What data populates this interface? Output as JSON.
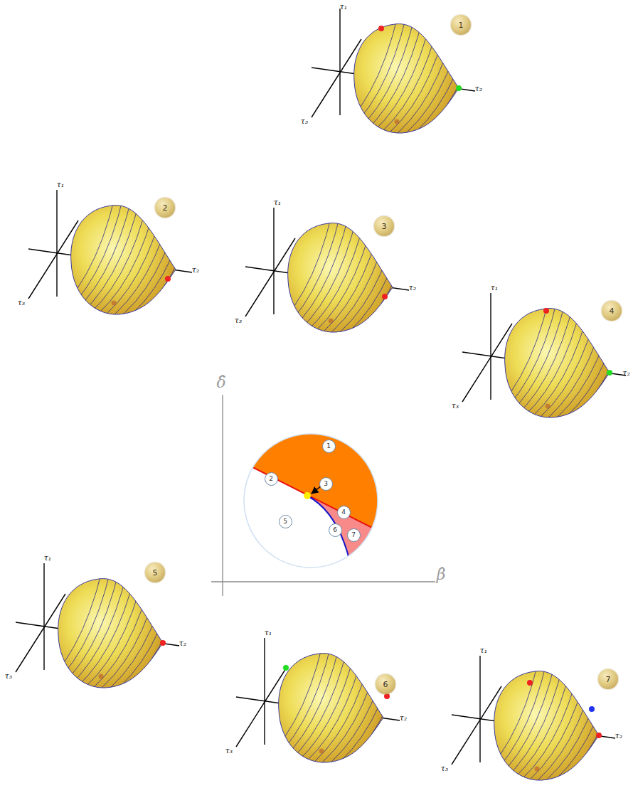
{
  "diagram": {
    "nodes": [
      {
        "text": [
          "1"
        ]
      },
      {
        "text": [
          "2"
        ]
      },
      {
        "text": [
          "3"
        ]
      },
      {
        "text": [
          "4"
        ]
      },
      {
        "text": [
          "1"
        ]
      },
      {
        "text": [
          "2"
        ]
      },
      {
        "text": [
          "3"
        ]
      },
      {
        "text": [
          "4"
        ]
      },
      {
        "text": [
          "5"
        ]
      },
      {
        "text": [
          "6"
        ]
      },
      {
        "text": [
          "7"
        ]
      },
      {
        "text": [
          "5"
        ]
      },
      {
        "text": [
          "6"
        ]
      },
      {
        "text": [
          "7"
        ]
      }
    ],
    "labels": [
      "τ₁",
      "τ₂",
      "τ₃",
      "τ₁",
      "τ₂",
      "τ₃",
      "τ₁",
      "τ₂",
      "τ₃",
      "τ₁",
      "τ₂",
      "τ₃",
      "τ₁",
      "τ₂",
      "τ₃",
      "τ₁",
      "τ₂",
      "τ₃",
      "τ₁",
      "τ₂",
      "τ₃",
      "δ̂",
      "β̂"
    ]
  }
}
